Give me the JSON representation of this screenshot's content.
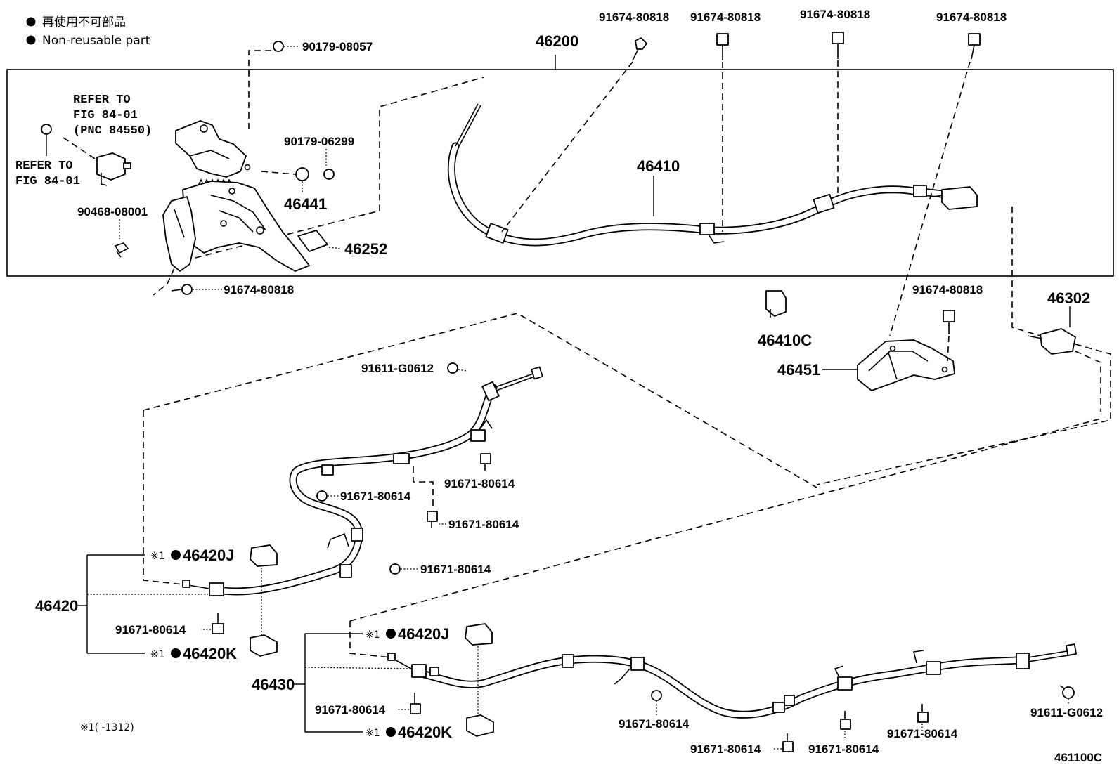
{
  "legend": {
    "jp": "再使用不可部品",
    "en": "Non-reusable part"
  },
  "refer": {
    "upper": [
      "REFER TO",
      "FIG 84-01",
      "(PNC 84550)"
    ],
    "lower": [
      "REFER TO",
      "FIG 84-01"
    ]
  },
  "parts": {
    "p46200": "46200",
    "p46410": "46410",
    "p46441": "46441",
    "p46252": "46252",
    "p46410C": "46410C",
    "p46451": "46451",
    "p46302": "46302",
    "p46420": "46420",
    "p46430": "46430",
    "p46420J": "46420J",
    "p46420K": "46420K",
    "b90179_08057": "90179-08057",
    "b90179_06299": "90179-06299",
    "b90468_08001": "90468-08001",
    "b91674_80818": "91674-80818",
    "b91611_G0612": "91611-G0612",
    "b91671_80614": "91671-80614"
  },
  "marks": {
    "kome1": "※1",
    "range_note": "※1(      -1312)"
  },
  "figure_code": "461100C"
}
